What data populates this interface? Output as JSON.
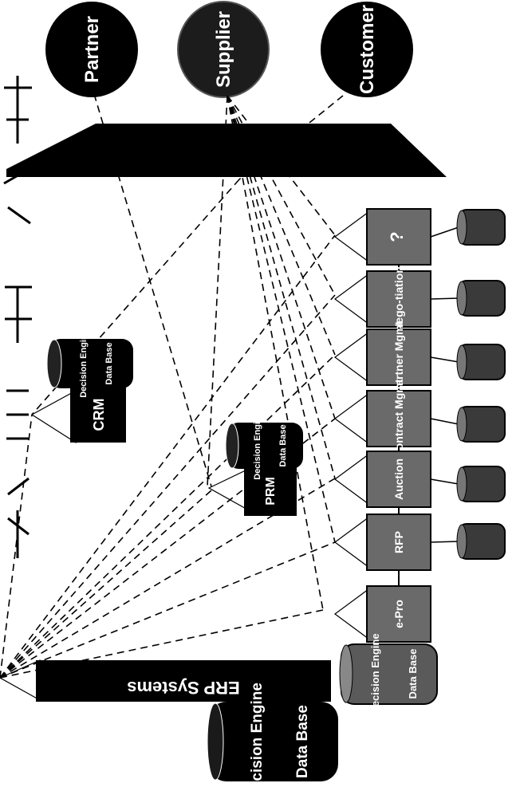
{
  "entities": {
    "partner": "Partner",
    "supplier": "Supplier",
    "customer": "Customer"
  },
  "systems": {
    "crm": {
      "label": "CRM",
      "engine": "Decision Engine",
      "db": "Data Base"
    },
    "prm": {
      "label": "PRM",
      "engine": "Decision Engine",
      "db": "Data Base"
    },
    "erp": {
      "label": "ERP Systems",
      "engine": "Decision Engine",
      "db": "Data Base"
    }
  },
  "modules": [
    {
      "label": "?"
    },
    {
      "label": "Nego-tiation"
    },
    {
      "label": "Partner Mgmt"
    },
    {
      "label": "Contract Mgmt"
    },
    {
      "label": "Auction"
    },
    {
      "label": "RFP"
    },
    {
      "label": "e-Pro"
    }
  ],
  "epro_db": {
    "engine": "Decision Engine",
    "db": "Data Base"
  },
  "colors": {
    "ink": "#000000",
    "module_fill": "#6a6a6a",
    "paper": "#ffffff"
  }
}
